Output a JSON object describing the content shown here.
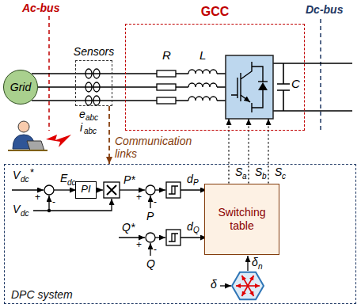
{
  "diagram": {
    "nodes": [
      {
        "text": [
          "GCC"
        ]
      },
      {
        "text": [
          "Grid"
        ]
      },
      {
        "text": [
          "Sensors"
        ]
      },
      {
        "text": [
          "DPC system"
        ]
      },
      {
        "text": [
          "PI"
        ],
        "in": 3
      },
      {
        "text": [
          "Switching table"
        ],
        "in": 3
      }
    ],
    "edges": [
      {
        "from": 1,
        "to": 2,
        "arrow": "none"
      },
      {
        "from": 2,
        "to": 0,
        "arrow": "none"
      },
      {
        "from": 2,
        "to": 3,
        "label": "Communication links",
        "arrow": "to"
      },
      {
        "from": 5,
        "to": 0,
        "arrow": "to"
      },
      {
        "from": 5,
        "to": 0,
        "arrow": "to"
      },
      {
        "from": 5,
        "to": 0,
        "arrow": "to"
      }
    ],
    "labels": [
      "Ac-bus",
      "Dc-bus",
      "R",
      "L",
      "C",
      "e",
      "abc",
      "i",
      "abc",
      "V",
      "dc",
      "*",
      "E",
      "dc",
      "+",
      "-",
      "V",
      "dc",
      "P*",
      "+",
      "-",
      "P",
      "d",
      "P",
      "Q*",
      "+",
      "-",
      "Q",
      "d",
      "Q",
      "S",
      "a",
      "S",
      "b",
      "S",
      "c",
      "δ",
      "n",
      "δ"
    ]
  }
}
